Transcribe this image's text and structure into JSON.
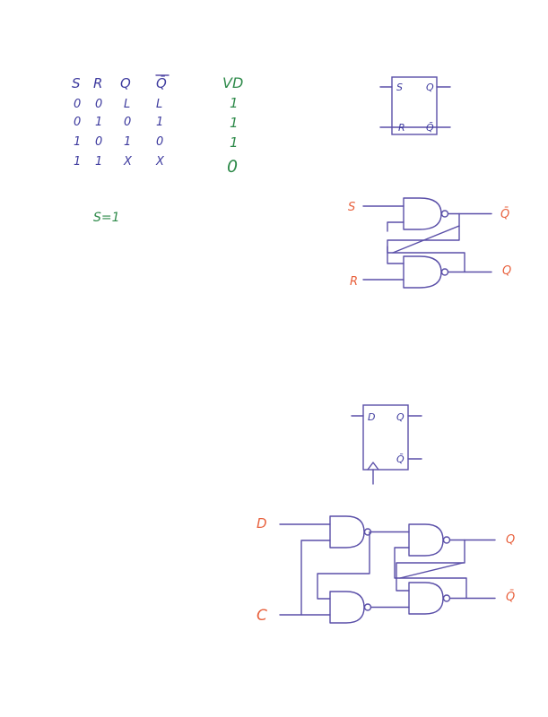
{
  "truth_table": {
    "headers": [
      "S",
      "R",
      "Q",
      "Q̄"
    ],
    "rows": [
      [
        "0",
        "0",
        "L",
        "L"
      ],
      [
        "0",
        "1",
        "0",
        "1"
      ],
      [
        "1",
        "0",
        "1",
        "0"
      ],
      [
        "1",
        "1",
        "X",
        "X"
      ]
    ]
  },
  "side_column": {
    "header": "VD",
    "values": [
      "1",
      "1",
      "1",
      "0"
    ]
  },
  "note": "S=1",
  "sr_block": {
    "pins": [
      "S",
      "Q",
      "R",
      "Q̄"
    ]
  },
  "sr_latch": {
    "inputs": [
      "S",
      "R"
    ],
    "outputs": [
      "Q̄",
      "Q"
    ]
  },
  "d_block": {
    "pins": [
      "D",
      "Q",
      "Q̄"
    ]
  },
  "d_latch": {
    "inputs": [
      "D",
      "C"
    ],
    "outputs": [
      "Q",
      "Q̄"
    ]
  }
}
